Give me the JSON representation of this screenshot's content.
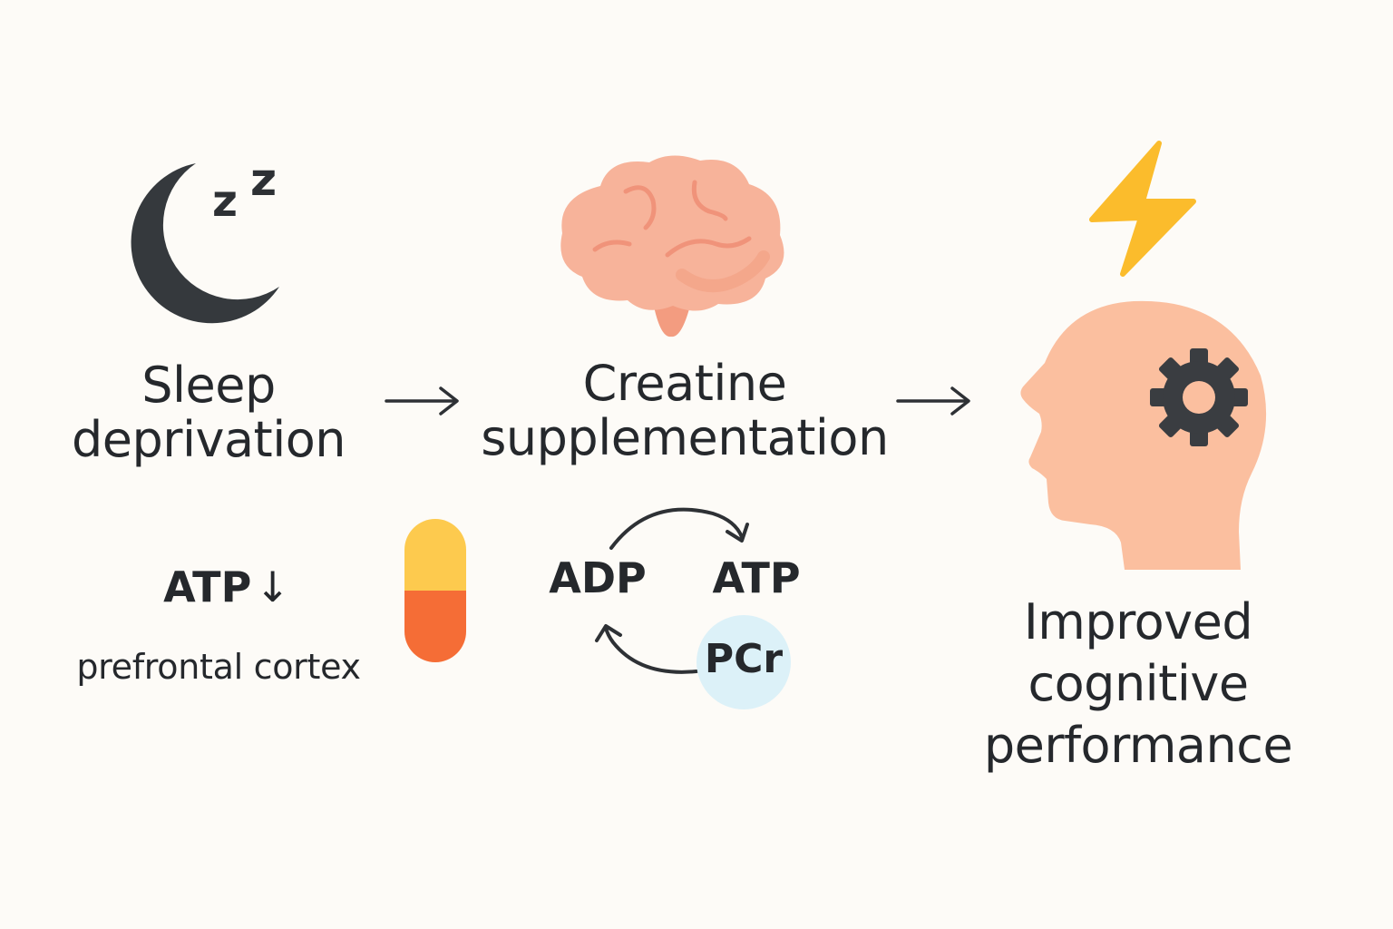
{
  "stages": {
    "sleep": {
      "line1": "Sleep",
      "line2": "deprivation",
      "atp": "ATP",
      "atp_arrow": "↓",
      "region": "prefrontal cortex"
    },
    "creatine": {
      "line1": "Creatine",
      "line2": "supplementation"
    },
    "outcome": {
      "line1": "Improved",
      "line2": "cognitive",
      "line3": "performance"
    }
  },
  "cycle": {
    "adp": "ADP",
    "atp": "ATP",
    "pcr": "PCr"
  },
  "moon_letters": {
    "z1": "z",
    "z2": "z"
  },
  "colors": {
    "background": "#fdfbf7",
    "text": "#25282c",
    "moon": "#35393d",
    "brain": "#f7b39a",
    "brain_dark": "#f39c80",
    "head": "#fbbf9f",
    "gear": "#3a3d41",
    "bolt": "#fbbc2c",
    "capsule_top": "#fdca4e",
    "capsule_bottom": "#f56d36",
    "pcr_circle": "#dcf1f8"
  },
  "icons": [
    "moon-icon",
    "brain-icon",
    "capsule-icon",
    "lightning-icon",
    "head-icon",
    "gear-icon"
  ]
}
